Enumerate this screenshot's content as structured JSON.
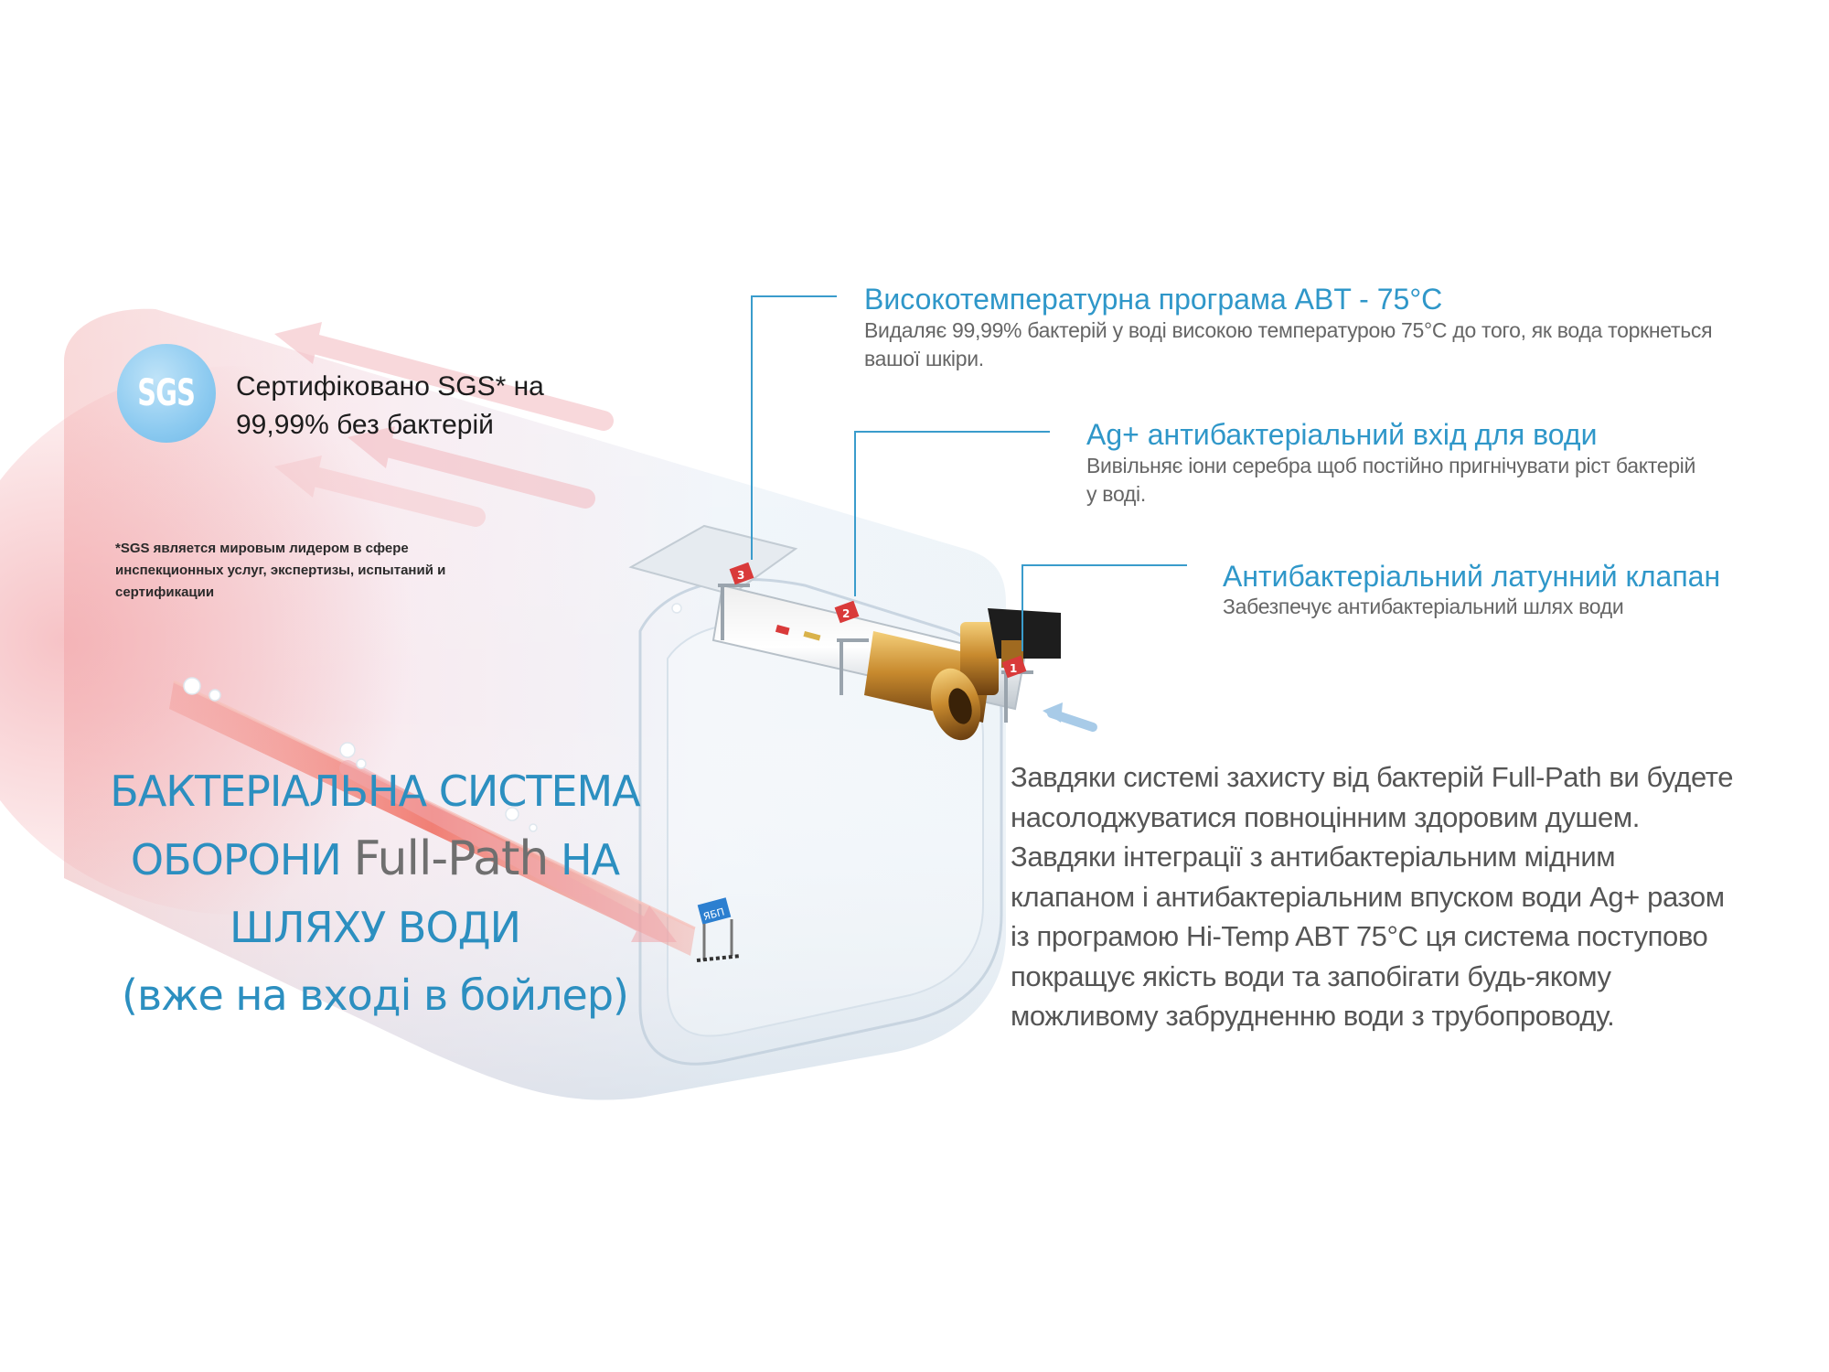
{
  "sgs": {
    "badge_text": "SGS",
    "certificate": "Сертифіковано SGS* на 99,99% без бактерій",
    "footnote": "*SGS является мировым лидером в сфере инспекционных услуг, экспертизы, испытаний и сертификации"
  },
  "headline": {
    "line1": "БАКТЕРІАЛЬНА СИСТЕМА",
    "line2_a": "ОБОРОНИ ",
    "line2_b": "Full-Path",
    "line2_c": " НА",
    "line3": "ШЛЯХУ ВОДИ",
    "line4": "(вже на вході в бойлер)"
  },
  "callouts": [
    {
      "title": "Високотемпературна програма ABT - 75°C",
      "description": "Видаляє 99,99% бактерій у воді високою температурою 75°C до того, як вода торкнеться вашої шкіри."
    },
    {
      "title": "Ag+ антибактеріальний вхід для води",
      "description": "Вивільняє іони серебра щоб постійно пригнічувати ріст бактерій у воді."
    },
    {
      "title": "Антибактеріальний латунний клапан",
      "description": "Забезпечує антибактеріальний шлях води"
    }
  ],
  "body_text": "Завдяки системі захисту від бактерій Full-Path ви будете насолоджуватися повноцінним здоровим душем. Завдяки інтеграції з антибактеріальним мідним клапаном і антибактеріальним впуском води Ag+ разом із програмою Hi-Temp ABT 75°C ця система поступово покращує якість води та запобігати будь-якому можливому забрудненню води з трубопроводу.",
  "marker_labels": [
    "3",
    "2",
    "1"
  ],
  "sensor_label": "ЯБП",
  "colors": {
    "accent_blue": "#2f97c9",
    "heading_blue": "#2c8fc0",
    "body_gray": "#555555",
    "badge_blue": "#8ccaf0",
    "marker_red": "#d93a3a",
    "brass": "#c88a2e"
  },
  "icons": [
    "sgs-logo-icon",
    "temperature-sensor-icon",
    "brass-valve-icon",
    "flow-arrow-icon"
  ]
}
